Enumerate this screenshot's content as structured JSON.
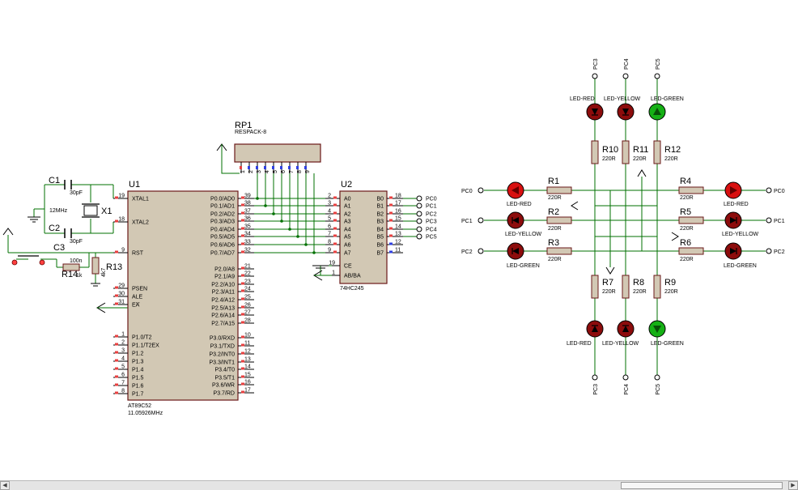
{
  "mcu": {
    "ref": "U1",
    "part": "AT89C52",
    "clock": "11.05926MHz",
    "left_pins": [
      {
        "num": "19",
        "name": "XTAL1"
      },
      {
        "num": "18",
        "name": "XTAL2"
      },
      {
        "num": "9",
        "name": "RST"
      },
      {
        "num": "29",
        "name": "PSEN"
      },
      {
        "num": "30",
        "name": "ALE"
      },
      {
        "num": "31",
        "name": "EA"
      },
      {
        "num": "1",
        "name": "P1.0/T2"
      },
      {
        "num": "2",
        "name": "P1.1/T2EX"
      },
      {
        "num": "3",
        "name": "P1.2"
      },
      {
        "num": "4",
        "name": "P1.3"
      },
      {
        "num": "5",
        "name": "P1.4"
      },
      {
        "num": "6",
        "name": "P1.5"
      },
      {
        "num": "7",
        "name": "P1.6"
      },
      {
        "num": "8",
        "name": "P1.7"
      }
    ],
    "right_pins": [
      {
        "num": "39",
        "name": "P0.0/AD0"
      },
      {
        "num": "38",
        "name": "P0.1/AD1"
      },
      {
        "num": "37",
        "name": "P0.2/AD2"
      },
      {
        "num": "36",
        "name": "P0.3/AD3"
      },
      {
        "num": "35",
        "name": "P0.4/AD4"
      },
      {
        "num": "34",
        "name": "P0.5/AD5"
      },
      {
        "num": "33",
        "name": "P0.6/AD6"
      },
      {
        "num": "32",
        "name": "P0.7/AD7"
      },
      {
        "num": "21",
        "name": "P2.0/A8"
      },
      {
        "num": "22",
        "name": "P2.1/A9"
      },
      {
        "num": "23",
        "name": "P2.2/A10"
      },
      {
        "num": "24",
        "name": "P2.3/A11"
      },
      {
        "num": "25",
        "name": "P2.4/A12"
      },
      {
        "num": "26",
        "name": "P2.5/A13"
      },
      {
        "num": "27",
        "name": "P2.6/A14"
      },
      {
        "num": "28",
        "name": "P2.7/A15"
      },
      {
        "num": "10",
        "name": "P3.0/RXD"
      },
      {
        "num": "11",
        "name": "P3.1/TXD"
      },
      {
        "num": "12",
        "name": "P3.2/INT0"
      },
      {
        "num": "13",
        "name": "P3.3/INT1"
      },
      {
        "num": "14",
        "name": "P3.4/T0"
      },
      {
        "num": "15",
        "name": "P3.5/T1"
      },
      {
        "num": "16",
        "name": "P3.6/WR"
      },
      {
        "num": "17",
        "name": "P3.7/RD"
      }
    ]
  },
  "buffer": {
    "ref": "U2",
    "part": "74HC245",
    "a_pins": [
      {
        "num": "2",
        "name": "A0"
      },
      {
        "num": "3",
        "name": "A1"
      },
      {
        "num": "4",
        "name": "A2"
      },
      {
        "num": "5",
        "name": "A3"
      },
      {
        "num": "6",
        "name": "A4"
      },
      {
        "num": "7",
        "name": "A5"
      },
      {
        "num": "8",
        "name": "A6"
      },
      {
        "num": "9",
        "name": "A7"
      }
    ],
    "b_pins": [
      {
        "num": "18",
        "name": "B0"
      },
      {
        "num": "17",
        "name": "B1"
      },
      {
        "num": "16",
        "name": "B2"
      },
      {
        "num": "15",
        "name": "B3"
      },
      {
        "num": "14",
        "name": "B4"
      },
      {
        "num": "13",
        "name": "B5"
      },
      {
        "num": "12",
        "name": "B6"
      },
      {
        "num": "11",
        "name": "B7"
      }
    ],
    "ctrl_pins": [
      {
        "num": "19",
        "name": "CE"
      },
      {
        "num": "1",
        "name": "AB/BA"
      }
    ],
    "outputs": [
      "PC0",
      "PC1",
      "PC2",
      "PC3",
      "PC4",
      "PC5"
    ]
  },
  "respack": {
    "ref": "RP1",
    "part": "RESPACK-8",
    "pins": [
      "1",
      "2",
      "3",
      "4",
      "5",
      "6",
      "7",
      "8",
      "9"
    ]
  },
  "passives": {
    "c1": {
      "ref": "C1",
      "value": "30pF"
    },
    "c2": {
      "ref": "C2",
      "value": "30pF"
    },
    "c3": {
      "ref": "C3",
      "value": "100n"
    },
    "x1": {
      "ref": "X1",
      "value": "12MHz"
    },
    "r13": {
      "ref": "R13",
      "value": "4k7"
    },
    "r14": {
      "ref": "R14",
      "value": "1k"
    }
  },
  "traffic": {
    "resistor_value": "220R",
    "resistors": {
      "R1": "R1",
      "R2": "R2",
      "R3": "R3",
      "R4": "R4",
      "R5": "R5",
      "R6": "R6",
      "R7": "R7",
      "R8": "R8",
      "R9": "R9",
      "R10": "R10",
      "R11": "R11",
      "R12": "R12"
    },
    "led_labels": {
      "red": "LED-RED",
      "yellow": "LED-YELLOW",
      "green": "LED-GREEN",
      "top_yellow": "LED-YELLOW",
      "bottom_yellow": "LED-YELLOW"
    },
    "terminals": {
      "pc0": "PC0",
      "pc1": "PC1",
      "pc2": "PC2",
      "pc3": "PC3",
      "pc4": "PC4",
      "pc5": "PC5"
    }
  },
  "colors": {
    "wire": "#007000",
    "body": "#d2c8b4",
    "body_border": "#6a1818",
    "pin_red": "#e84040",
    "pin_blue": "#3040e0",
    "led_red": "#d81010",
    "led_dark": "#8c0c0c",
    "led_green": "#15b015"
  }
}
